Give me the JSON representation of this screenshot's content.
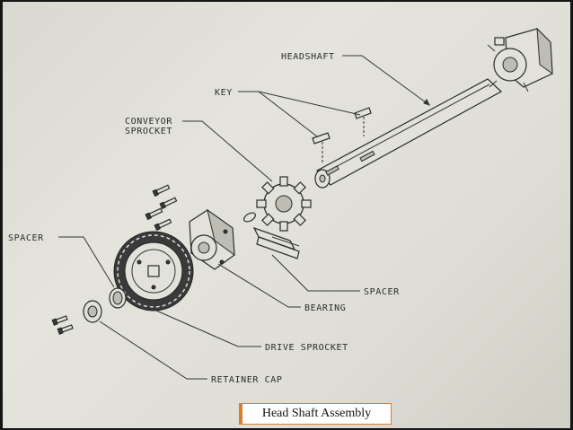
{
  "diagram": {
    "title": "Head Shaft Assembly",
    "labels": {
      "headshaft": "HEADSHAFT",
      "key": "KEY",
      "conveyor_sprocket_1": "CONVEYOR",
      "conveyor_sprocket_2": "SPROCKET",
      "spacer_left": "SPACER",
      "spacer_right": "SPACER",
      "bearing": "BEARING",
      "drive_sprocket": "DRIVE SPROCKET",
      "retainer_cap": "RETAINER CAP"
    },
    "colors": {
      "accent": "#e07b2a",
      "paper": "#dedcd4",
      "ink": "#2c2c2c"
    }
  }
}
